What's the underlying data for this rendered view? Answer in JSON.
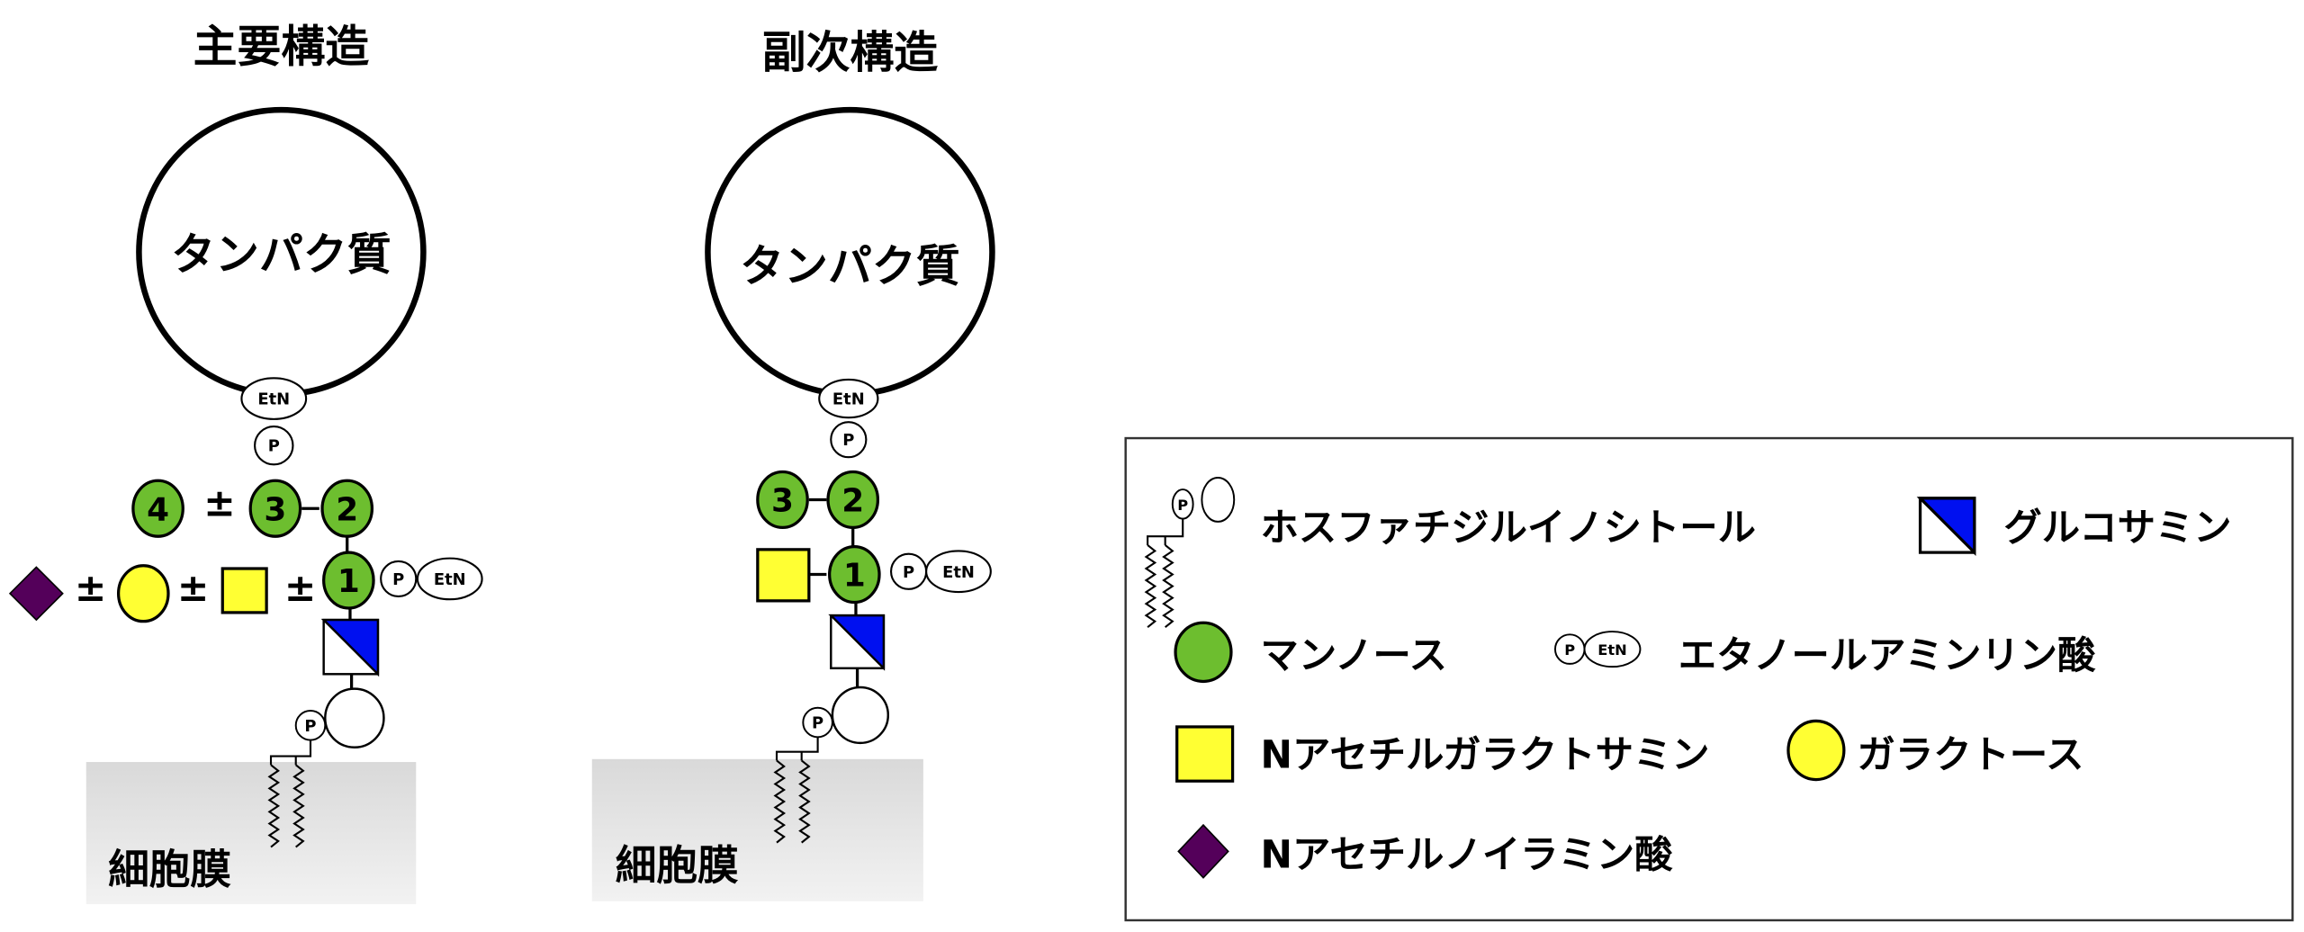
{
  "titles": {
    "major": "主要構造",
    "minor": "副次構造"
  },
  "protein_label": "タンパク質",
  "membrane_label": "細胞膜",
  "symbols": {
    "etn": "EtN",
    "p": "P",
    "pm": "±"
  },
  "mannose_numbers": {
    "m1": "1",
    "m2": "2",
    "m3": "3",
    "m4": "4"
  },
  "legend": {
    "pi": "ホスファチジルイノシトール",
    "glcn": "グルコサミン",
    "man": "マンノース",
    "etnp": "エタノールアミンリン酸",
    "galnac": "Nアセチルガラクトサミン",
    "gal": "ガラクトース",
    "neuac": "Nアセチルノイラミン酸"
  },
  "colors": {
    "mannose": "#6dbe2f",
    "yellow": "#ffff33",
    "glcn_blue": "#0010f0",
    "neuac": "#54005a",
    "membrane": "#e6e6e6"
  }
}
